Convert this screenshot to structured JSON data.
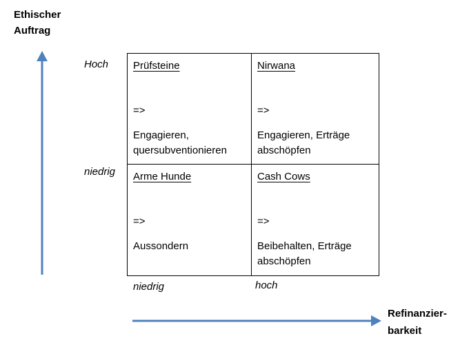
{
  "colors": {
    "arrow": "#4f81bd",
    "border": "#000000"
  },
  "y_axis": {
    "title_line1": "Ethischer",
    "title_line2": "Auftrag",
    "high_label": "Hoch",
    "low_label": "niedrig"
  },
  "x_axis": {
    "title_line1": "Refinanzier-",
    "title_line2": "barkeit",
    "low_label": "niedrig",
    "high_label": "hoch"
  },
  "matrix": {
    "top_left": {
      "title": "Prüfsteine",
      "arrow_symbol": "=>",
      "action": "Engagieren, quersubventionieren"
    },
    "top_right": {
      "title": "Nirwana",
      "arrow_symbol": "=>",
      "action": "Engagieren, Erträge abschöpfen"
    },
    "bottom_left": {
      "title": "Arme Hunde",
      "arrow_symbol": "=>",
      "action": "Aussondern"
    },
    "bottom_right": {
      "title": "Cash Cows",
      "arrow_symbol": "=>",
      "action": "Beibehalten, Erträge abschöpfen"
    }
  }
}
